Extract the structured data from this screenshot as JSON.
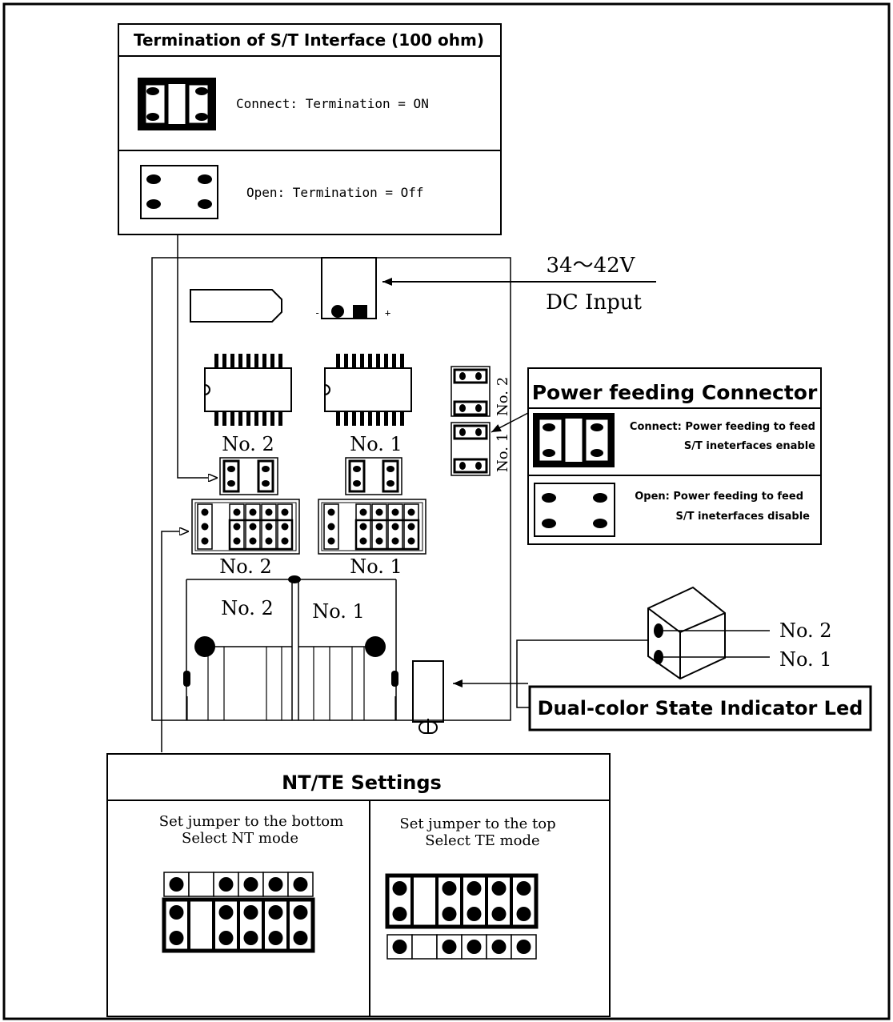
{
  "termination_box": {
    "title": "Termination of S/T Interface (100 ohm)",
    "connect_label": "Connect: Termination = ON",
    "open_label": "Open: Termination = Off"
  },
  "dc_input": {
    "voltage": "34～42V",
    "label": "DC Input",
    "minus": "-",
    "plus": "+"
  },
  "chips": {
    "left_label": "No. 2",
    "right_label": "No. 1"
  },
  "jumper_groups": {
    "left_label": "No. 2",
    "right_label": "No. 1"
  },
  "ports": {
    "left_label": "No. 2",
    "right_label": "No. 1"
  },
  "power_header": {
    "top_label": "No. 2",
    "bottom_label": "No. 1"
  },
  "power_box": {
    "title": "Power feeding Connector",
    "connect_line1": "Connect: Power feeding to feed",
    "connect_line2": "S/T ineterfaces enable",
    "open_line1": "Open: Power feeding to feed",
    "open_line2": "S/T ineterfaces disable"
  },
  "led": {
    "no2_label": "No. 2",
    "no1_label": "No. 1",
    "box_label": "Dual-color State Indicator Led"
  },
  "ntte_box": {
    "title": "NT/TE Settings",
    "left_line1": "Set jumper to the bottom",
    "left_line2": "Select NT mode",
    "right_line1": "Set jumper to the top",
    "right_line2": "Select TE mode"
  }
}
